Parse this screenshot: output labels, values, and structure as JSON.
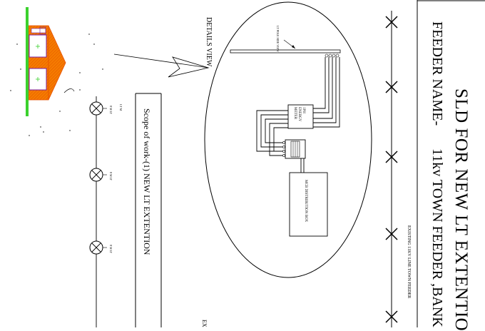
{
  "title": "SLD FOR NEW LT EXTENTIO",
  "feeder": {
    "label": "FEEDER NAME-",
    "value": "11kv TOWN FEEDER ,BANK"
  },
  "existing_line_label": "EXISTING 11KV LINE TOWN FEEDER",
  "details_view_label": "DETAILS VIEW",
  "lt_pole_label": "LT POLE SIDE VIEW",
  "meter_label": "1PH ENERGY METER",
  "mcb_label": "MCB DISTRIBUTION BOX",
  "scope_label": "Scope of work-(1) NEW LT EXTENTION",
  "poles": [
    {
      "label": "8 M LT"
    },
    {
      "label": "8 M LT"
    },
    {
      "label": "8 M LT"
    }
  ],
  "pole_tag": "LT M",
  "bottom_partial_text": "EX",
  "colors": {
    "house_fill": "#f57c00",
    "house_hatch": "#e65100",
    "house_outline": "#7b1fa2",
    "ground_line": "#3bd12e",
    "line_color": "#000000"
  }
}
